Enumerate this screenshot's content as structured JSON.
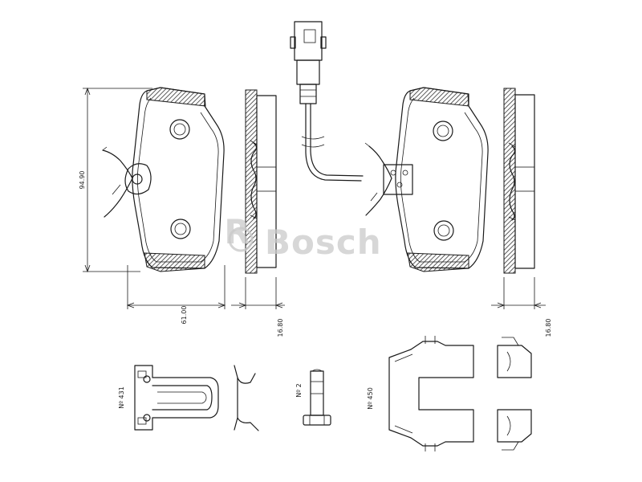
{
  "watermark": {
    "brand": "Bosch"
  },
  "dimensions": {
    "height": "94.90",
    "width": "61.00",
    "thickness_left": "16.80",
    "thickness_right": "16.80"
  },
  "part_labels": {
    "spring_clip": "Nº 431",
    "bolt": "Nº 2",
    "retainer": "Nº 450"
  }
}
